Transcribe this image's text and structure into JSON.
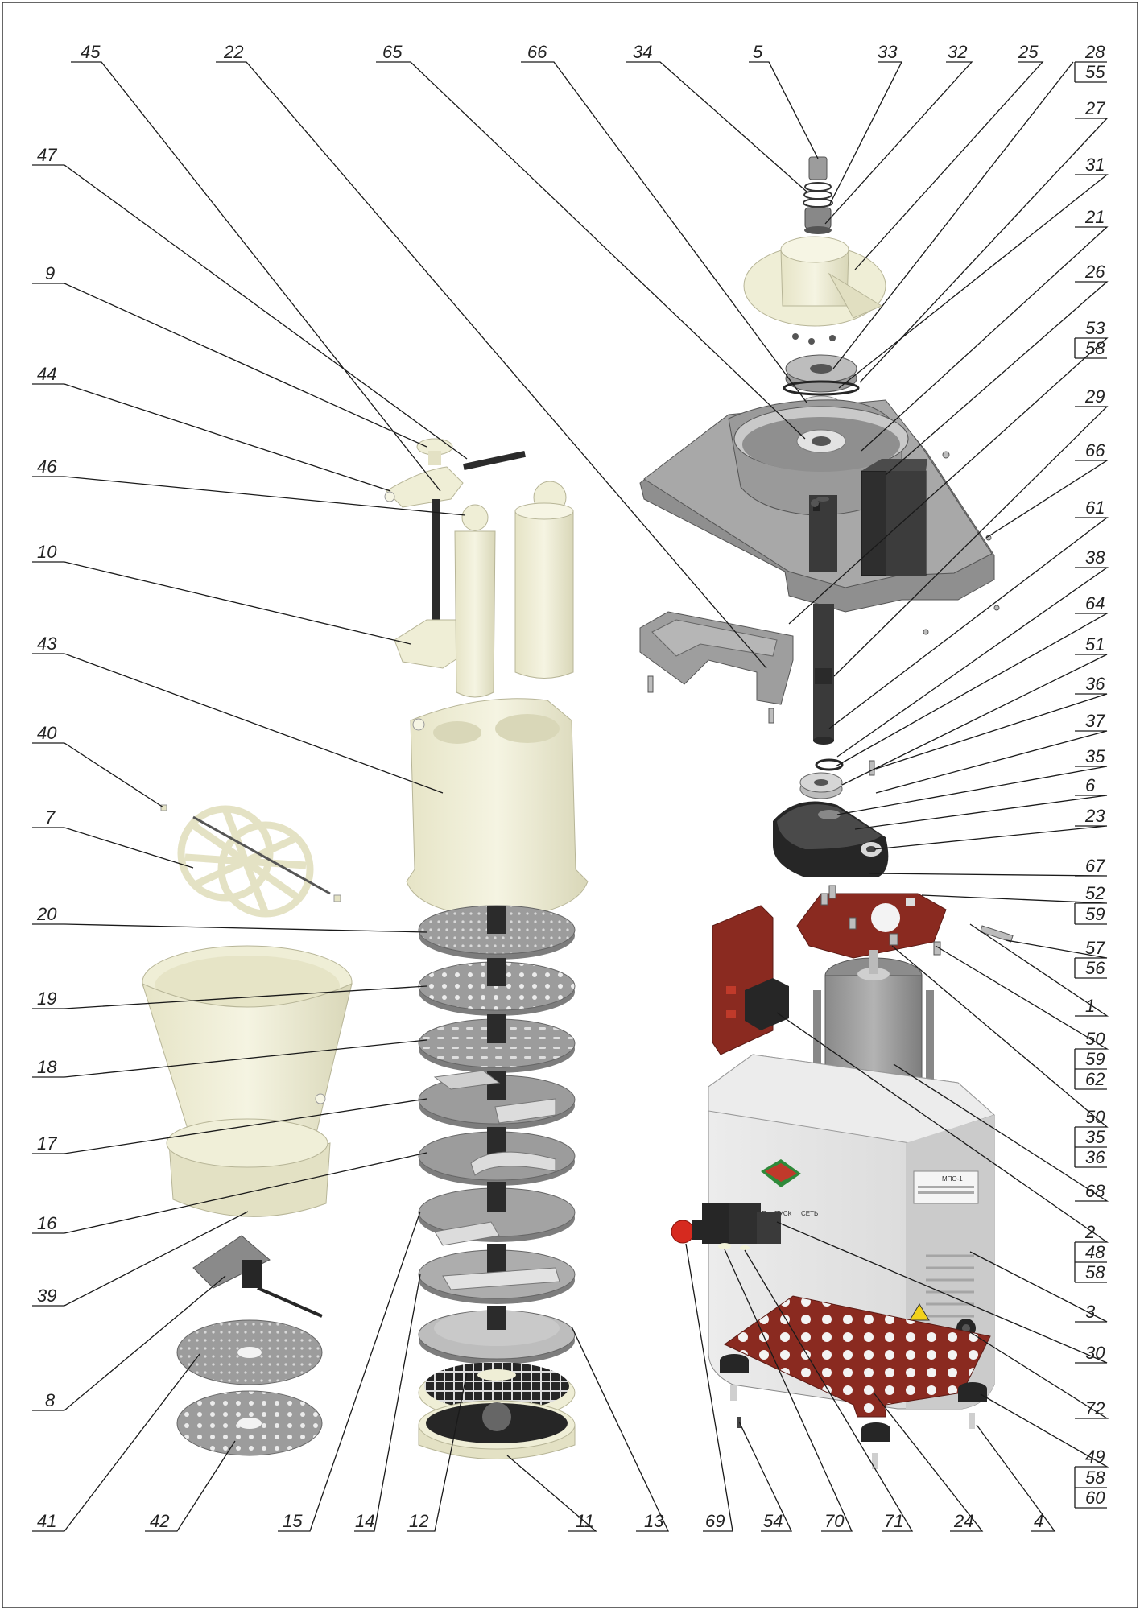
{
  "diagram": {
    "type": "exploded-assembly-drawing",
    "colors": {
      "cream": "#efeed6",
      "cream_shade": "#d9d7b8",
      "gray": "#9c9c9c",
      "gray_light": "#bdbdbd",
      "gray_dark": "#6d6d6d",
      "red_brown": "#8a2a20",
      "black": "#262626",
      "housing": "#dedede",
      "leader": "#1a1a1a"
    },
    "panel_labels": {
      "stop": "СТОП",
      "start": "ПУСК",
      "mains": "СЕТЬ",
      "plate": "МПО-1"
    },
    "callouts": [
      {
        "id": "c45",
        "nums": [
          "45"
        ]
      },
      {
        "id": "c22",
        "nums": [
          "22"
        ]
      },
      {
        "id": "c65",
        "nums": [
          "65"
        ]
      },
      {
        "id": "c66a",
        "nums": [
          "66"
        ]
      },
      {
        "id": "c34",
        "nums": [
          "34"
        ]
      },
      {
        "id": "c5",
        "nums": [
          "5"
        ]
      },
      {
        "id": "c33",
        "nums": [
          "33"
        ]
      },
      {
        "id": "c32",
        "nums": [
          "32"
        ]
      },
      {
        "id": "c25",
        "nums": [
          "25"
        ]
      },
      {
        "id": "c28",
        "nums": [
          "28",
          "55"
        ]
      },
      {
        "id": "c27",
        "nums": [
          "27"
        ]
      },
      {
        "id": "c31",
        "nums": [
          "31"
        ]
      },
      {
        "id": "c21",
        "nums": [
          "21"
        ]
      },
      {
        "id": "c26",
        "nums": [
          "26"
        ]
      },
      {
        "id": "c53",
        "nums": [
          "53",
          "58"
        ]
      },
      {
        "id": "c29",
        "nums": [
          "29"
        ]
      },
      {
        "id": "c66b",
        "nums": [
          "66"
        ]
      },
      {
        "id": "c61",
        "nums": [
          "61"
        ]
      },
      {
        "id": "c38",
        "nums": [
          "38"
        ]
      },
      {
        "id": "c64",
        "nums": [
          "64"
        ]
      },
      {
        "id": "c51",
        "nums": [
          "51"
        ]
      },
      {
        "id": "c36a",
        "nums": [
          "36"
        ]
      },
      {
        "id": "c37",
        "nums": [
          "37"
        ]
      },
      {
        "id": "c35",
        "nums": [
          "35"
        ]
      },
      {
        "id": "c6",
        "nums": [
          "6"
        ]
      },
      {
        "id": "c23",
        "nums": [
          "23"
        ]
      },
      {
        "id": "c67",
        "nums": [
          "67"
        ]
      },
      {
        "id": "c52",
        "nums": [
          "52",
          "59"
        ]
      },
      {
        "id": "c57",
        "nums": [
          "57",
          "56"
        ]
      },
      {
        "id": "c1",
        "nums": [
          "1"
        ]
      },
      {
        "id": "c50a",
        "nums": [
          "50",
          "59",
          "62"
        ]
      },
      {
        "id": "c50b",
        "nums": [
          "50",
          "35",
          "36"
        ]
      },
      {
        "id": "c68",
        "nums": [
          "68"
        ]
      },
      {
        "id": "c2",
        "nums": [
          "2",
          "48",
          "58"
        ]
      },
      {
        "id": "c3",
        "nums": [
          "3"
        ]
      },
      {
        "id": "c30",
        "nums": [
          "30"
        ]
      },
      {
        "id": "c72",
        "nums": [
          "72"
        ]
      },
      {
        "id": "c49",
        "nums": [
          "49",
          "58",
          "60"
        ]
      },
      {
        "id": "c47",
        "nums": [
          "47"
        ]
      },
      {
        "id": "c9",
        "nums": [
          "9"
        ]
      },
      {
        "id": "c44",
        "nums": [
          "44"
        ]
      },
      {
        "id": "c46",
        "nums": [
          "46"
        ]
      },
      {
        "id": "c10",
        "nums": [
          "10"
        ]
      },
      {
        "id": "c43",
        "nums": [
          "43"
        ]
      },
      {
        "id": "c40",
        "nums": [
          "40"
        ]
      },
      {
        "id": "c7",
        "nums": [
          "7"
        ]
      },
      {
        "id": "c20",
        "nums": [
          "20"
        ]
      },
      {
        "id": "c19",
        "nums": [
          "19"
        ]
      },
      {
        "id": "c18",
        "nums": [
          "18"
        ]
      },
      {
        "id": "c17",
        "nums": [
          "17"
        ]
      },
      {
        "id": "c16",
        "nums": [
          "16"
        ]
      },
      {
        "id": "c39",
        "nums": [
          "39"
        ]
      },
      {
        "id": "c8",
        "nums": [
          "8"
        ]
      },
      {
        "id": "c41",
        "nums": [
          "41"
        ]
      },
      {
        "id": "c42",
        "nums": [
          "42"
        ]
      },
      {
        "id": "c15",
        "nums": [
          "15"
        ]
      },
      {
        "id": "c14",
        "nums": [
          "14"
        ]
      },
      {
        "id": "c12",
        "nums": [
          "12"
        ]
      },
      {
        "id": "c11",
        "nums": [
          "11"
        ]
      },
      {
        "id": "c13",
        "nums": [
          "13"
        ]
      },
      {
        "id": "c69",
        "nums": [
          "69"
        ]
      },
      {
        "id": "c54",
        "nums": [
          "54"
        ]
      },
      {
        "id": "c70",
        "nums": [
          "70"
        ]
      },
      {
        "id": "c71",
        "nums": [
          "71"
        ]
      },
      {
        "id": "c24",
        "nums": [
          "24"
        ]
      },
      {
        "id": "c4",
        "nums": [
          "4"
        ]
      }
    ]
  }
}
